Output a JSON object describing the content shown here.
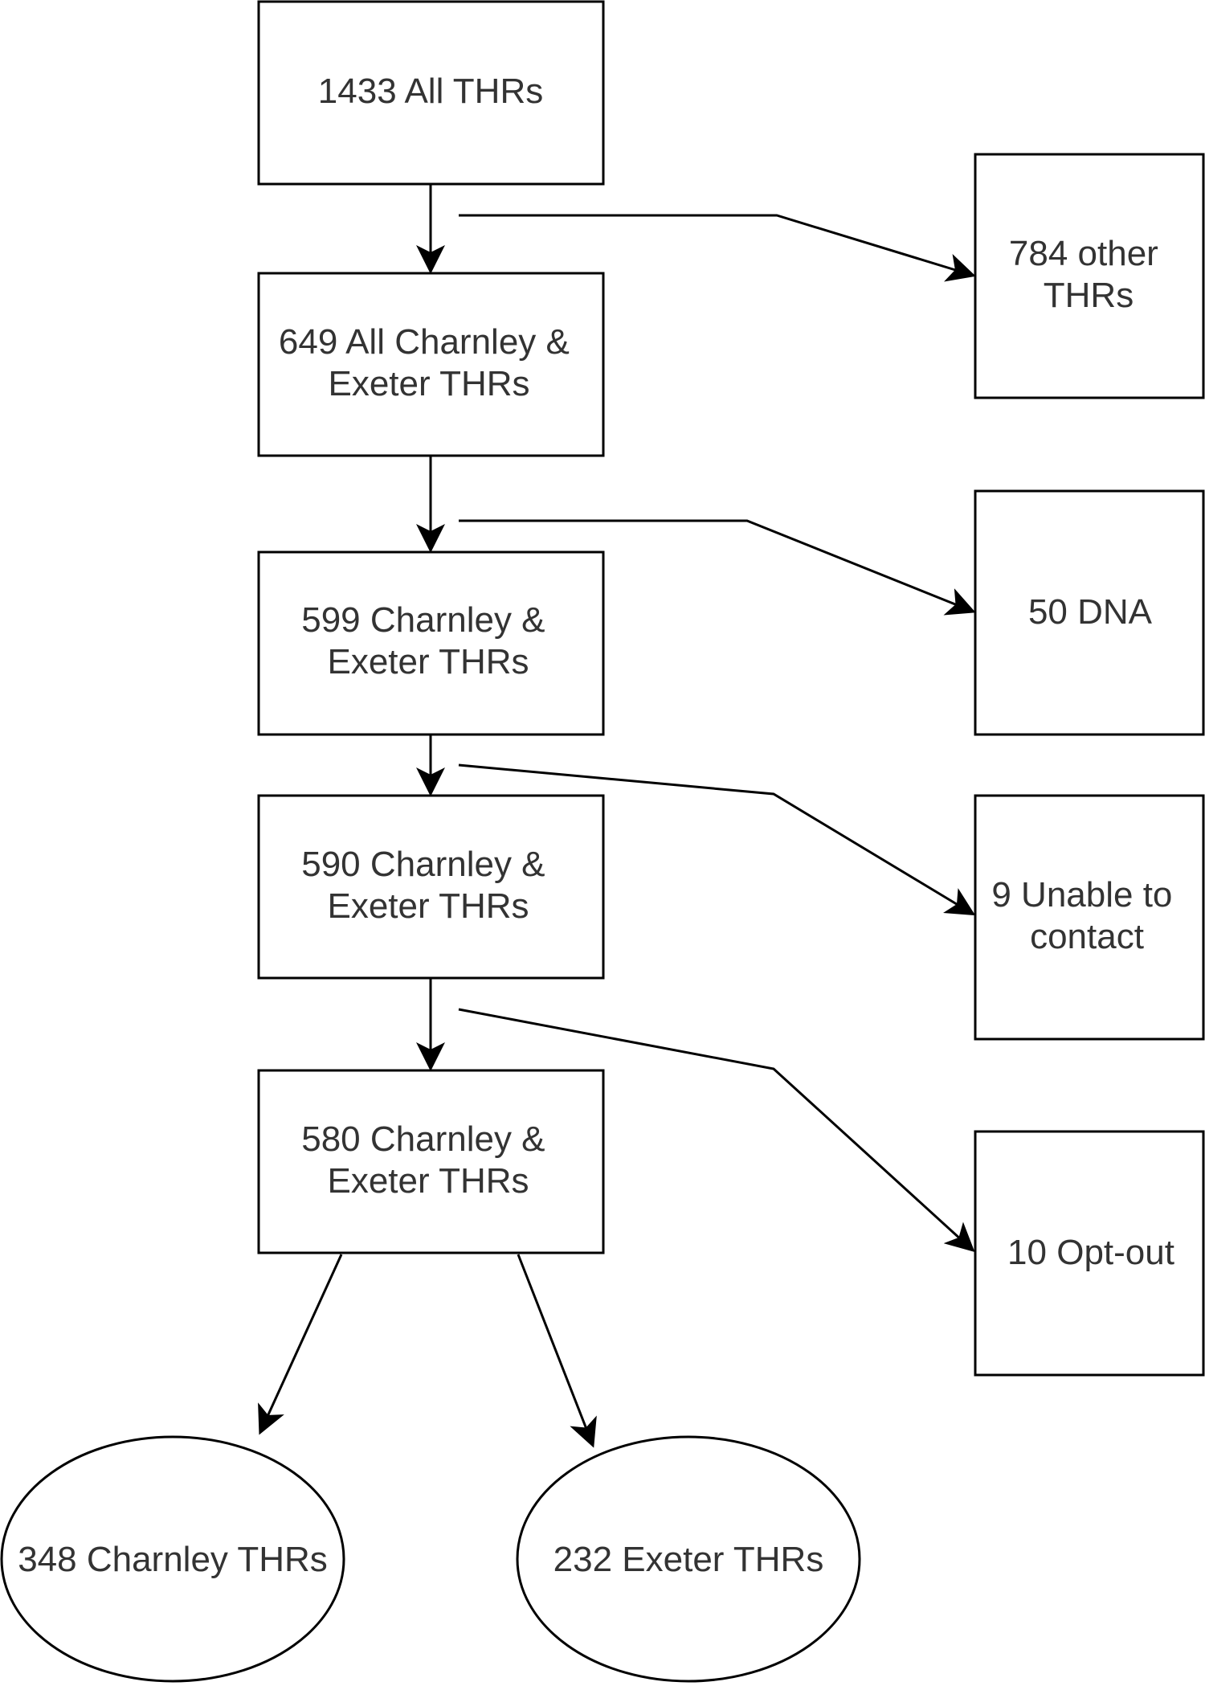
{
  "flowchart": {
    "main_steps": [
      {
        "id": "all-thrs",
        "lines": [
          "1433 All THRs"
        ]
      },
      {
        "id": "all-charnley-exeter",
        "lines": [
          "649 All Charnley &",
          "Exeter  THRs"
        ]
      },
      {
        "id": "charnley-exeter-599",
        "lines": [
          "599 Charnley &",
          "Exeter THRs"
        ]
      },
      {
        "id": "charnley-exeter-590",
        "lines": [
          "590 Charnley &",
          "Exeter THRs"
        ]
      },
      {
        "id": "charnley-exeter-580",
        "lines": [
          "580 Charnley &",
          "Exeter THRs"
        ]
      }
    ],
    "exclusions": [
      {
        "id": "other-thrs",
        "lines": [
          "784 other",
          "THRs"
        ]
      },
      {
        "id": "dna",
        "lines": [
          "50 DNA"
        ]
      },
      {
        "id": "unable-to-contact",
        "lines": [
          "9 Unable to",
          "contact"
        ]
      },
      {
        "id": "opt-out",
        "lines": [
          "10 Opt-out"
        ]
      }
    ],
    "outcomes": [
      {
        "id": "charnley",
        "lines": [
          "348 Charnley THRs"
        ]
      },
      {
        "id": "exeter",
        "lines": [
          "232 Exeter THRs"
        ]
      }
    ]
  }
}
